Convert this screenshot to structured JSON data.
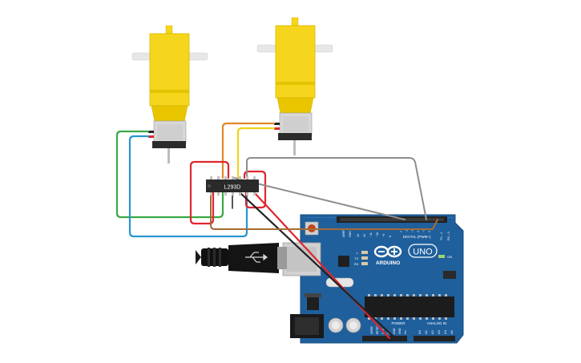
{
  "circuit": {
    "driver_ic": {
      "label": "L293D"
    },
    "arduino": {
      "brand": "ARDUINO",
      "model": "UNO",
      "on_label": "ON",
      "tx_label": "TX",
      "rx_label": "RX",
      "l_label": "L",
      "digital_label": "DIGITAL (PWM~)",
      "aref_label": "AREF",
      "gnd_label": "GND",
      "power_label": "POWER",
      "analog_label": "ANALOG IN",
      "digital_pins": [
        "13",
        "12",
        "~11",
        "~10",
        "~9",
        "8",
        "7",
        "~6",
        "~5",
        "4",
        "~3",
        "2",
        "TX→1",
        "RX←0"
      ],
      "power_pins": [
        "IOREF",
        "RESET",
        "3.3V",
        "5V",
        "GND",
        "GND",
        "Vin"
      ],
      "analog_pins": [
        "A0",
        "A1",
        "A2",
        "A3",
        "A4",
        "A5"
      ]
    },
    "colors": {
      "motor_body": "#f5d61d",
      "motor_gearbox": "#e9c500",
      "board": "#1f5f9c",
      "wire_red": "#e0262f",
      "wire_black": "#222222",
      "wire_green": "#3aa845",
      "wire_blue": "#2797d1",
      "wire_orange": "#e0892b",
      "wire_yellow": "#f2d21b",
      "wire_gray": "#8d8d8d",
      "wire_brown": "#a66b35"
    }
  }
}
